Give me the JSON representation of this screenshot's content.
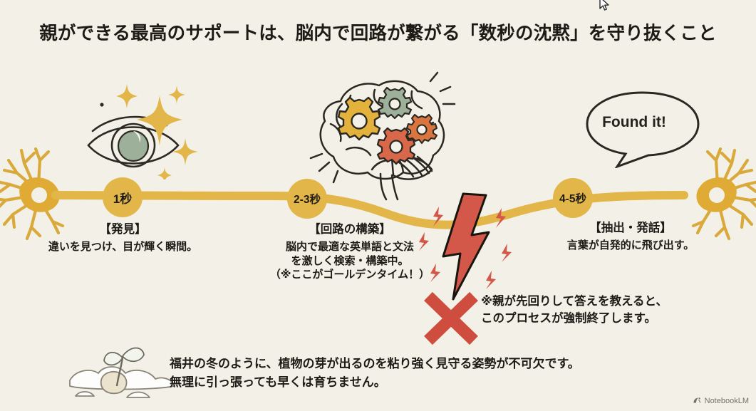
{
  "title": "親ができる最高のサポートは、脳内で回路が繋がる「数秒の沈黙」を守り抜くこと",
  "timeline": {
    "badges": [
      {
        "label": "1秒"
      },
      {
        "label": "2-3秒"
      },
      {
        "label": "4-5秒"
      }
    ],
    "color": "#e2b648"
  },
  "stages": [
    {
      "heading": "【発見】",
      "lines": [
        "違いを見つけ、目が輝く瞬間。"
      ],
      "icon": "eye-sparkle-icon"
    },
    {
      "heading": "【回路の構築】",
      "lines": [
        "脳内で最適な英単語と文法",
        "を激しく検索・構築中。",
        "（※ここがゴールデンタイム！）"
      ],
      "icon": "brain-gears-icon"
    },
    {
      "heading": "【抽出・発話】",
      "lines": [
        "言葉が自発的に飛び出す。"
      ],
      "icon": "speech-bubble-icon"
    }
  ],
  "speech_bubble": {
    "text": "Found it!"
  },
  "warning": {
    "lines": [
      "※親が先回りして答えを教えると、",
      "このプロセスが強制終了します。"
    ],
    "color": "#cf4d3f"
  },
  "footer_note": {
    "lines": [
      "福井の冬のように、植物の芽が出るのを粘り強く見守る姿勢が不可欠です。",
      "無理に引っ張っても早くは育ちません。"
    ],
    "icon": "sprout-snow-icon"
  },
  "watermark": {
    "label": "NotebookLM",
    "icon": "notebooklm-logo-icon"
  },
  "colors": {
    "background": "#f3f1e7",
    "gold": "#e2b648",
    "gold_dark": "#d3a336",
    "red": "#cf4d3f",
    "ink": "#1d1b16",
    "sage": "#9cb09a",
    "orange": "#d9763f"
  }
}
